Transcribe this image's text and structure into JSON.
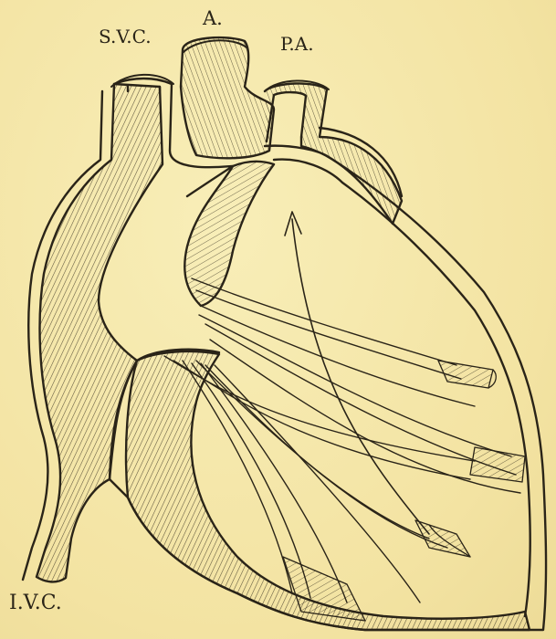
{
  "labels": {
    "svc": "S.V.C.",
    "aorta": "A.",
    "pa": "P.A.",
    "ivc": "I.V.C."
  },
  "colors": {
    "paper": "#f4e7a8",
    "ink": "#2a2418"
  }
}
